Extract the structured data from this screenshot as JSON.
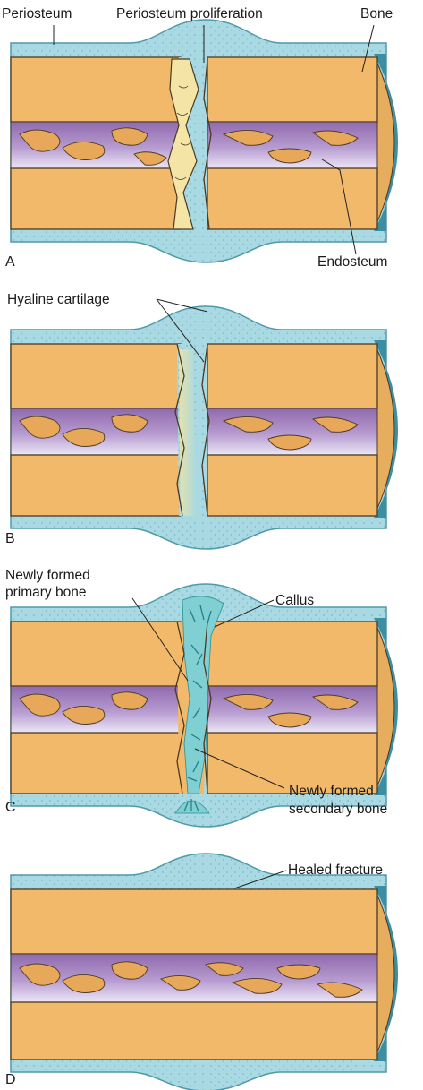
{
  "colors": {
    "periosteum": "#a9d9e2",
    "periosteum_edge": "#4e9aaa",
    "bone": "#f2b96a",
    "bone_edge": "#4a3a22",
    "marrow": "#9c7bb8",
    "marrow_light": "#d9ccec",
    "trabecula": "#e7a85a",
    "cartilage": "#f4e4a6",
    "callus": "#3fb6bd",
    "cap_outer": "#3c8fa3",
    "cap_inner": "#e6ad5e"
  },
  "panels": [
    {
      "letter": "A",
      "labels": [
        "Periosteum",
        "Periosteum proliferation",
        "Bone",
        "Endosteum"
      ]
    },
    {
      "letter": "B",
      "labels": [
        "Hyaline cartilage"
      ]
    },
    {
      "letter": "C",
      "labels": [
        "Newly formed",
        "primary bone",
        "Callus",
        "Newly formed",
        "secondary bone"
      ]
    },
    {
      "letter": "D",
      "labels": [
        "Healed fracture"
      ]
    }
  ]
}
